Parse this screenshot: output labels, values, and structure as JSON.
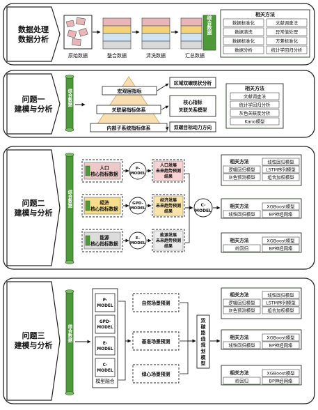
{
  "s1": {
    "title": [
      "数据处理",
      "数据分析"
    ],
    "stage_labels": [
      "原始数据",
      "整合数据",
      "清洗数据",
      "汇总数据"
    ],
    "summary_box": "综合数据",
    "methods_header": "相关方法",
    "methods": [
      [
        "数据标准化",
        "文献调查法"
      ],
      [
        "数据清洗",
        "异常值处理"
      ],
      [
        "数据标准化",
        "方差标准化"
      ],
      [
        "数据分析",
        "统计学回归分析"
      ]
    ]
  },
  "s2": {
    "title": [
      "问题一",
      "建模与分析"
    ],
    "scroll": "综合数据",
    "pyramid": [
      "宏观层指标",
      "关联层指标体系",
      "内部子系统指标体系"
    ],
    "boxes": [
      "区域双碳现状分析",
      "核心指标\n关联关系模型",
      "双碳目标动力方向"
    ],
    "methods_header": "相关方法",
    "methods": [
      "文献调查法",
      "统计学回归分析",
      "灰色关联度分析",
      "Kano模型"
    ]
  },
  "s3": {
    "title": [
      "问题二",
      "建模与分析"
    ],
    "scroll": "综合数据",
    "inputs": [
      "人口\n核心指标数据",
      "经济\n核心指标数据",
      "能源\n核心指标数据"
    ],
    "models": [
      "P-\nMODEL",
      "GPD-\nMODEL",
      "E-\nMODEL"
    ],
    "results": [
      "人口发展\n未来趋势预测\n结果",
      "经济发展\n未来趋势预测\n结果",
      "能源发展\n未来趋势预测\n结果"
    ],
    "c_model": "C-\nMODEL",
    "m1_header": "相关方法",
    "m1": [
      [
        "线性回归模型",
        "逻辑回归模型"
      ],
      [
        "LSTM序列模型",
        "灰色预测模型"
      ],
      [
        "组合加权模型"
      ]
    ],
    "m2_header": "相关方法",
    "m2": [
      [
        "XGBoost模型",
        "线性回归模型"
      ],
      [
        "BP神经网络"
      ]
    ],
    "m3_header": "相关方法",
    "m3": [
      [
        "XGBoost模型",
        "岭回归"
      ],
      [
        "BP神经网络"
      ]
    ]
  },
  "s4": {
    "title": [
      "问题三",
      "建模与分析"
    ],
    "scroll": "综合数据",
    "models": [
      "P-\nMODEL",
      "GPD-\nMODEL",
      "E-\nMODEL",
      "C-\nMODEL"
    ],
    "fusion_label": "模型融合",
    "scenarios": [
      "自然场景预测",
      "基准场景预测",
      "绿心场景预测"
    ],
    "vertical": "双碳路线规划模型",
    "m1_header": "相关方法",
    "m1": [
      [
        "线性回归模型",
        "逻辑回归模型"
      ],
      [
        "LSTM序列模型",
        "灰色预测模型"
      ],
      [
        "组合加权模型"
      ]
    ],
    "m2_header": "相关方法",
    "m2": [
      [
        "XGBoost模型",
        "线性回归模型"
      ],
      [
        "BP神经网络"
      ]
    ],
    "m3_header": "相关方法",
    "m3": [
      [
        "XGBoost模型",
        "岭回归"
      ],
      [
        "BP神经网络"
      ]
    ]
  }
}
